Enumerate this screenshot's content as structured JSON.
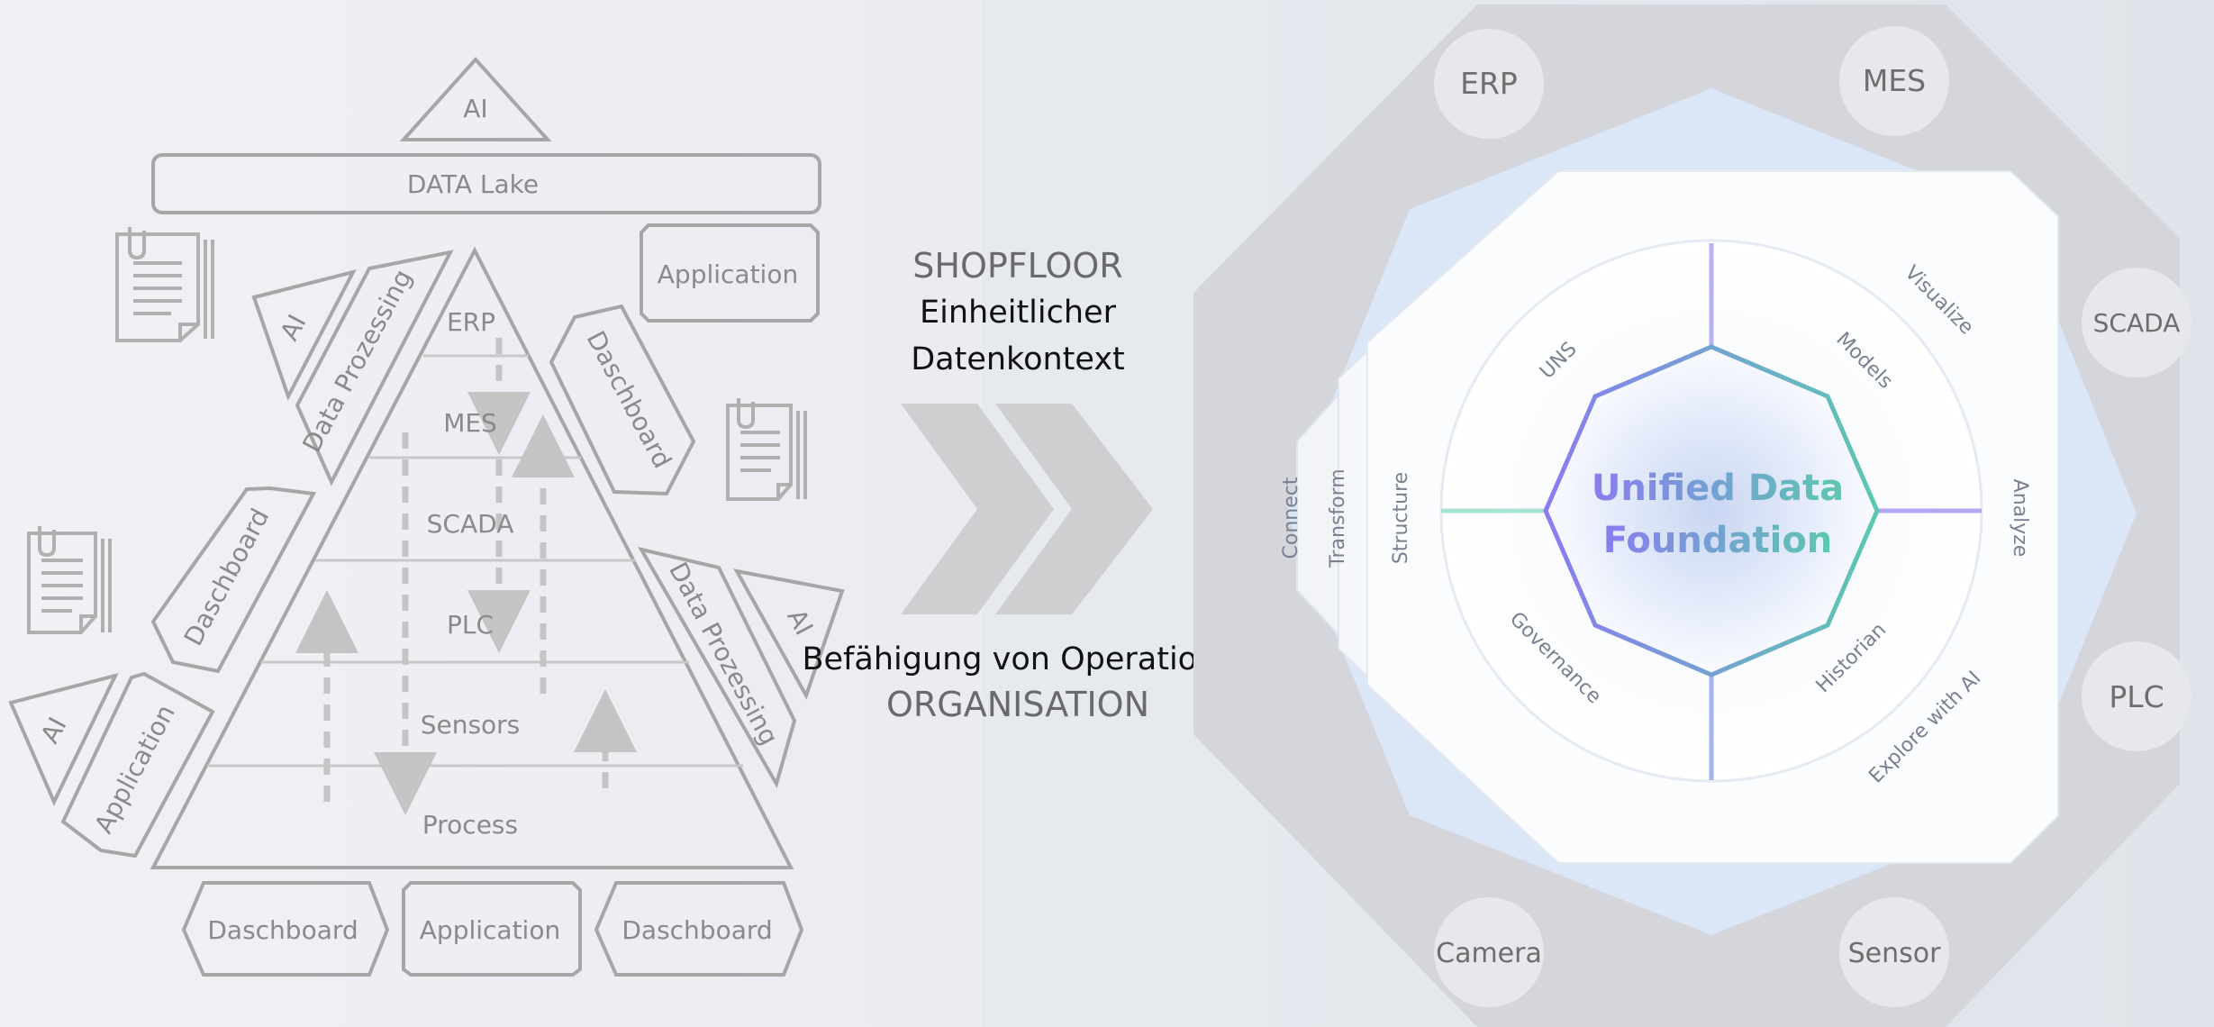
{
  "left_pyramid": {
    "levels": [
      "ERP",
      "MES",
      "SCADA",
      "PLC",
      "Sensors",
      "Process"
    ],
    "top_ai": "AI",
    "data_lake": "DATA Lake",
    "application_top": "Application",
    "ai_left_top": "AI",
    "data_processing_left": "Data Prozessing",
    "dashboard_right_top": "Daschboard",
    "dashboard_left_mid": "Daschboard",
    "data_processing_right": "Data Prozessing",
    "ai_right": "AI",
    "ai_left_bottom": "AI",
    "application_left_bottom": "Application",
    "bottom_dashboard_1": "Daschboard",
    "bottom_application": "Application",
    "bottom_dashboard_2": "Daschboard"
  },
  "middle": {
    "shopfloor": "SHOPFLOOR",
    "line1": "Einheitlicher",
    "line2": "Datenkontext",
    "line3": "Befähigung von Operations",
    "organisation": "ORGANISATION"
  },
  "right_diagram": {
    "sources": [
      "ERP",
      "MES",
      "SCADA",
      "PLC",
      "Sensor",
      "Camera"
    ],
    "center_line1": "Unified Data",
    "center_line2": "Foundation",
    "layers": [
      "Connect",
      "Transform",
      "Structure"
    ],
    "inner_segments": [
      "UNS",
      "Models",
      "Governance",
      "Historian"
    ],
    "outer_labels": [
      "Visualize",
      "Analyze",
      "Explore with AI"
    ],
    "colors": {
      "accent_purple": "#8a7cf0",
      "accent_teal": "#5cc8b0",
      "gray": "#8a8a8a"
    }
  }
}
